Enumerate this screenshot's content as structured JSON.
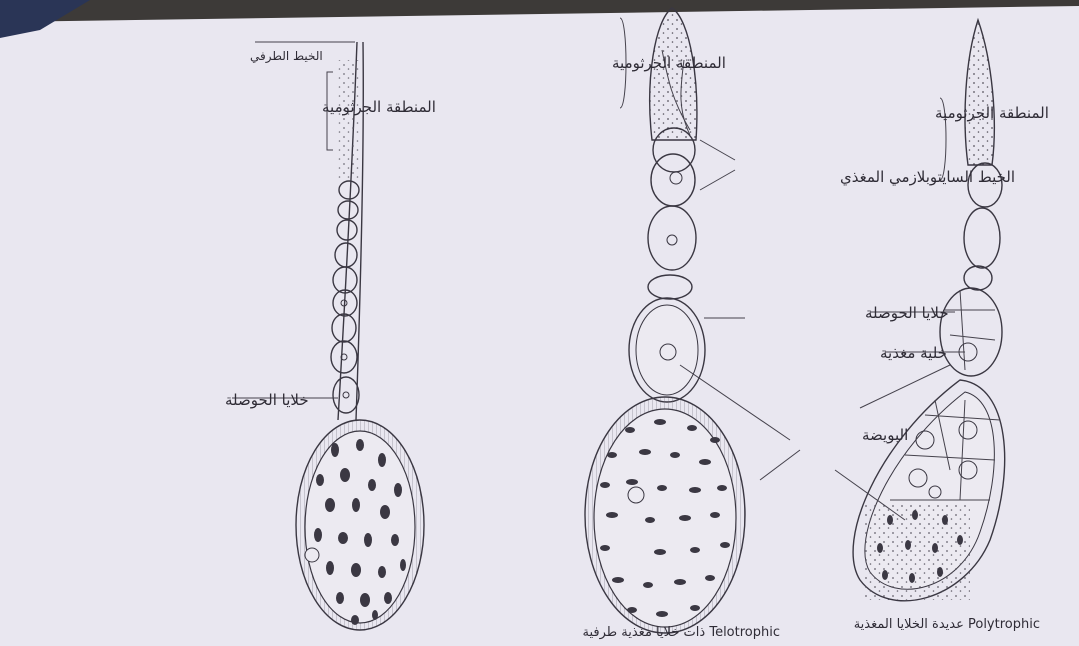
{
  "labels": {
    "d1_terminal_filament": "الخيط الطرفي",
    "d1_germarium": "المنطقة الجرثومية",
    "d1_follicle_cells": "خلايا الحوصلة",
    "d2_germarium": "المنطقة الجرثومية",
    "d2_nutritive_cord": "الخيط السايتوبلازمي المغذي",
    "d3_germarium": "المنطقة الجرثومية",
    "d3_follicle_cells": "خلايا الحوصلة",
    "d3_nurse_cell": "خلية مغذية",
    "shared_oocyte": "البويضة"
  },
  "captions": {
    "telotrophic": "ذات خلايا مغذية طرفية Telotrophic",
    "polytrophic": "عديدة الخلايا المغذية Polytrophic"
  },
  "colors": {
    "paper": "#e9e7f0",
    "ink": "#3a3742",
    "background": "#3d3a38"
  }
}
